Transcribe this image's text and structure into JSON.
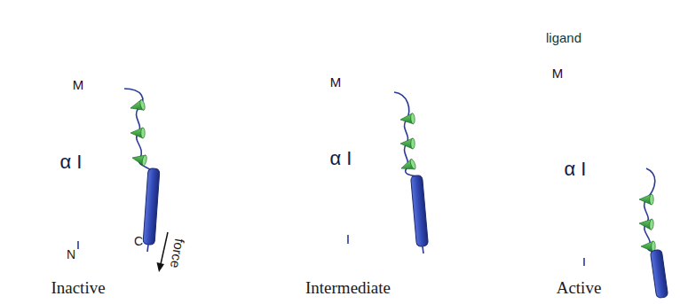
{
  "diagram": {
    "nodes": [
      {
        "text": [
          "α I"
        ]
      },
      {
        "text": [
          "M"
        ],
        "in": 0
      },
      {
        "text": [
          "α I"
        ]
      },
      {
        "text": [
          "M"
        ],
        "in": 2
      },
      {
        "text": [
          "ligand"
        ]
      },
      {
        "text": [
          "α I"
        ]
      },
      {
        "text": [
          "M"
        ],
        "in": 5
      }
    ],
    "labels": [
      "N",
      "C",
      "force",
      "Inactive",
      "Intermediate",
      "Active"
    ]
  }
}
